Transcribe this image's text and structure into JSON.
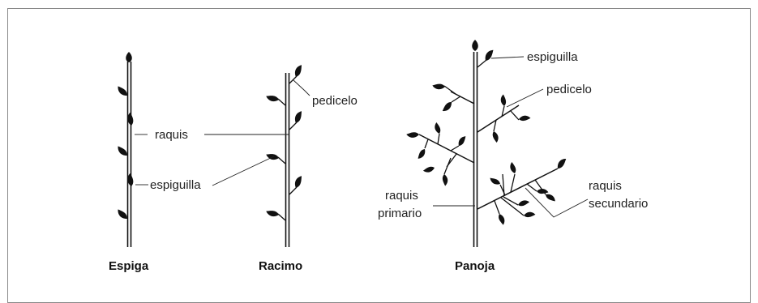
{
  "diagram": {
    "espiga": {
      "caption": "Espiga",
      "labels": {
        "raquis": "raquis",
        "espiguilla": "espiguilla"
      }
    },
    "racimo": {
      "caption": "Racimo",
      "labels": {
        "pedicelo": "pedicelo"
      }
    },
    "panoja": {
      "caption": "Panoja",
      "labels": {
        "espiguilla": "espiguilla",
        "pedicelo": "pedicelo",
        "raquis_primario_1": "raquis",
        "raquis_primario_2": "primario",
        "raquis_secundario_1": "raquis",
        "raquis_secundario_2": "secundario"
      }
    }
  }
}
